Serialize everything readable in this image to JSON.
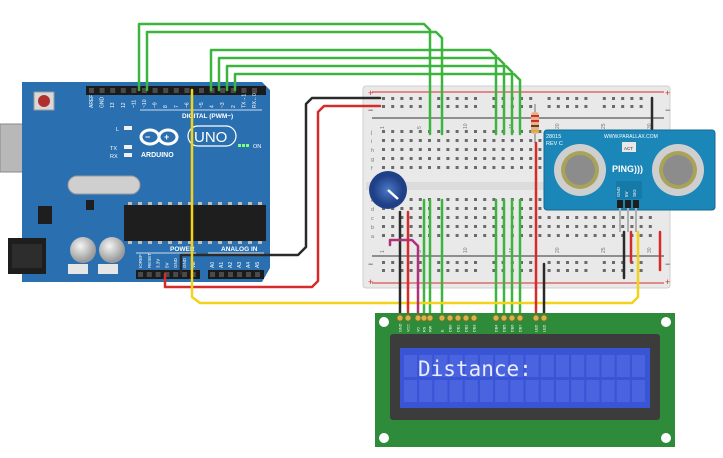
{
  "arduino": {
    "brand": "ARDUINO",
    "model": "UNO",
    "digital_header": "DIGITAL (PWM~)",
    "power_header": "POWER",
    "analog_header": "ANALOG IN",
    "led_l": "L",
    "led_tx": "TX",
    "led_rx": "RX",
    "on_label": "ON",
    "digital_pins": [
      "AREF",
      "GND",
      "13",
      "12",
      "~11",
      "~10",
      "~9",
      "8",
      "7",
      "~6",
      "~5",
      "4",
      "~3",
      "2",
      "TX→1",
      "RX←0"
    ],
    "power_pins": [
      "IOREF",
      "RESET",
      "3.3V",
      "5V",
      "GND",
      "GND",
      "Vin"
    ],
    "analog_pins": [
      "A0",
      "A1",
      "A2",
      "A3",
      "A4",
      "A5"
    ]
  },
  "breadboard": {
    "col_numbers": [
      "1",
      "5",
      "10",
      "15",
      "20",
      "25",
      "30"
    ],
    "row_letters_top": [
      "j",
      "i",
      "h",
      "g",
      "f"
    ],
    "row_letters_bottom": [
      "e",
      "d",
      "c",
      "b",
      "a"
    ],
    "rail_plus": "+",
    "rail_minus": "−"
  },
  "sensor": {
    "vendor": "WWW.PARALLAX.COM",
    "part": "28015",
    "rev": "REV C",
    "name": "PING)))",
    "pins": [
      "GND",
      "5V",
      "SIG"
    ],
    "act_label": "ACT"
  },
  "lcd": {
    "text": "Distance:",
    "pins": [
      "GND",
      "VCC",
      "V0",
      "RS",
      "RW",
      "E",
      "DB0",
      "DB1",
      "DB2",
      "DB3",
      "DB4",
      "DB5",
      "DB6",
      "DB7",
      "LED",
      "LED"
    ]
  },
  "colors": {
    "arduino_board": "#2a6fb0",
    "wire_green": "#3db43d",
    "wire_red": "#d62b2b",
    "wire_black": "#2a2a2a",
    "wire_yellow": "#f2d21b",
    "wire_magenta": "#b0307a",
    "lcd_pcb": "#2e8b3a",
    "lcd_screen": "#3a54d6",
    "sensor_pcb": "#1b86b8"
  }
}
